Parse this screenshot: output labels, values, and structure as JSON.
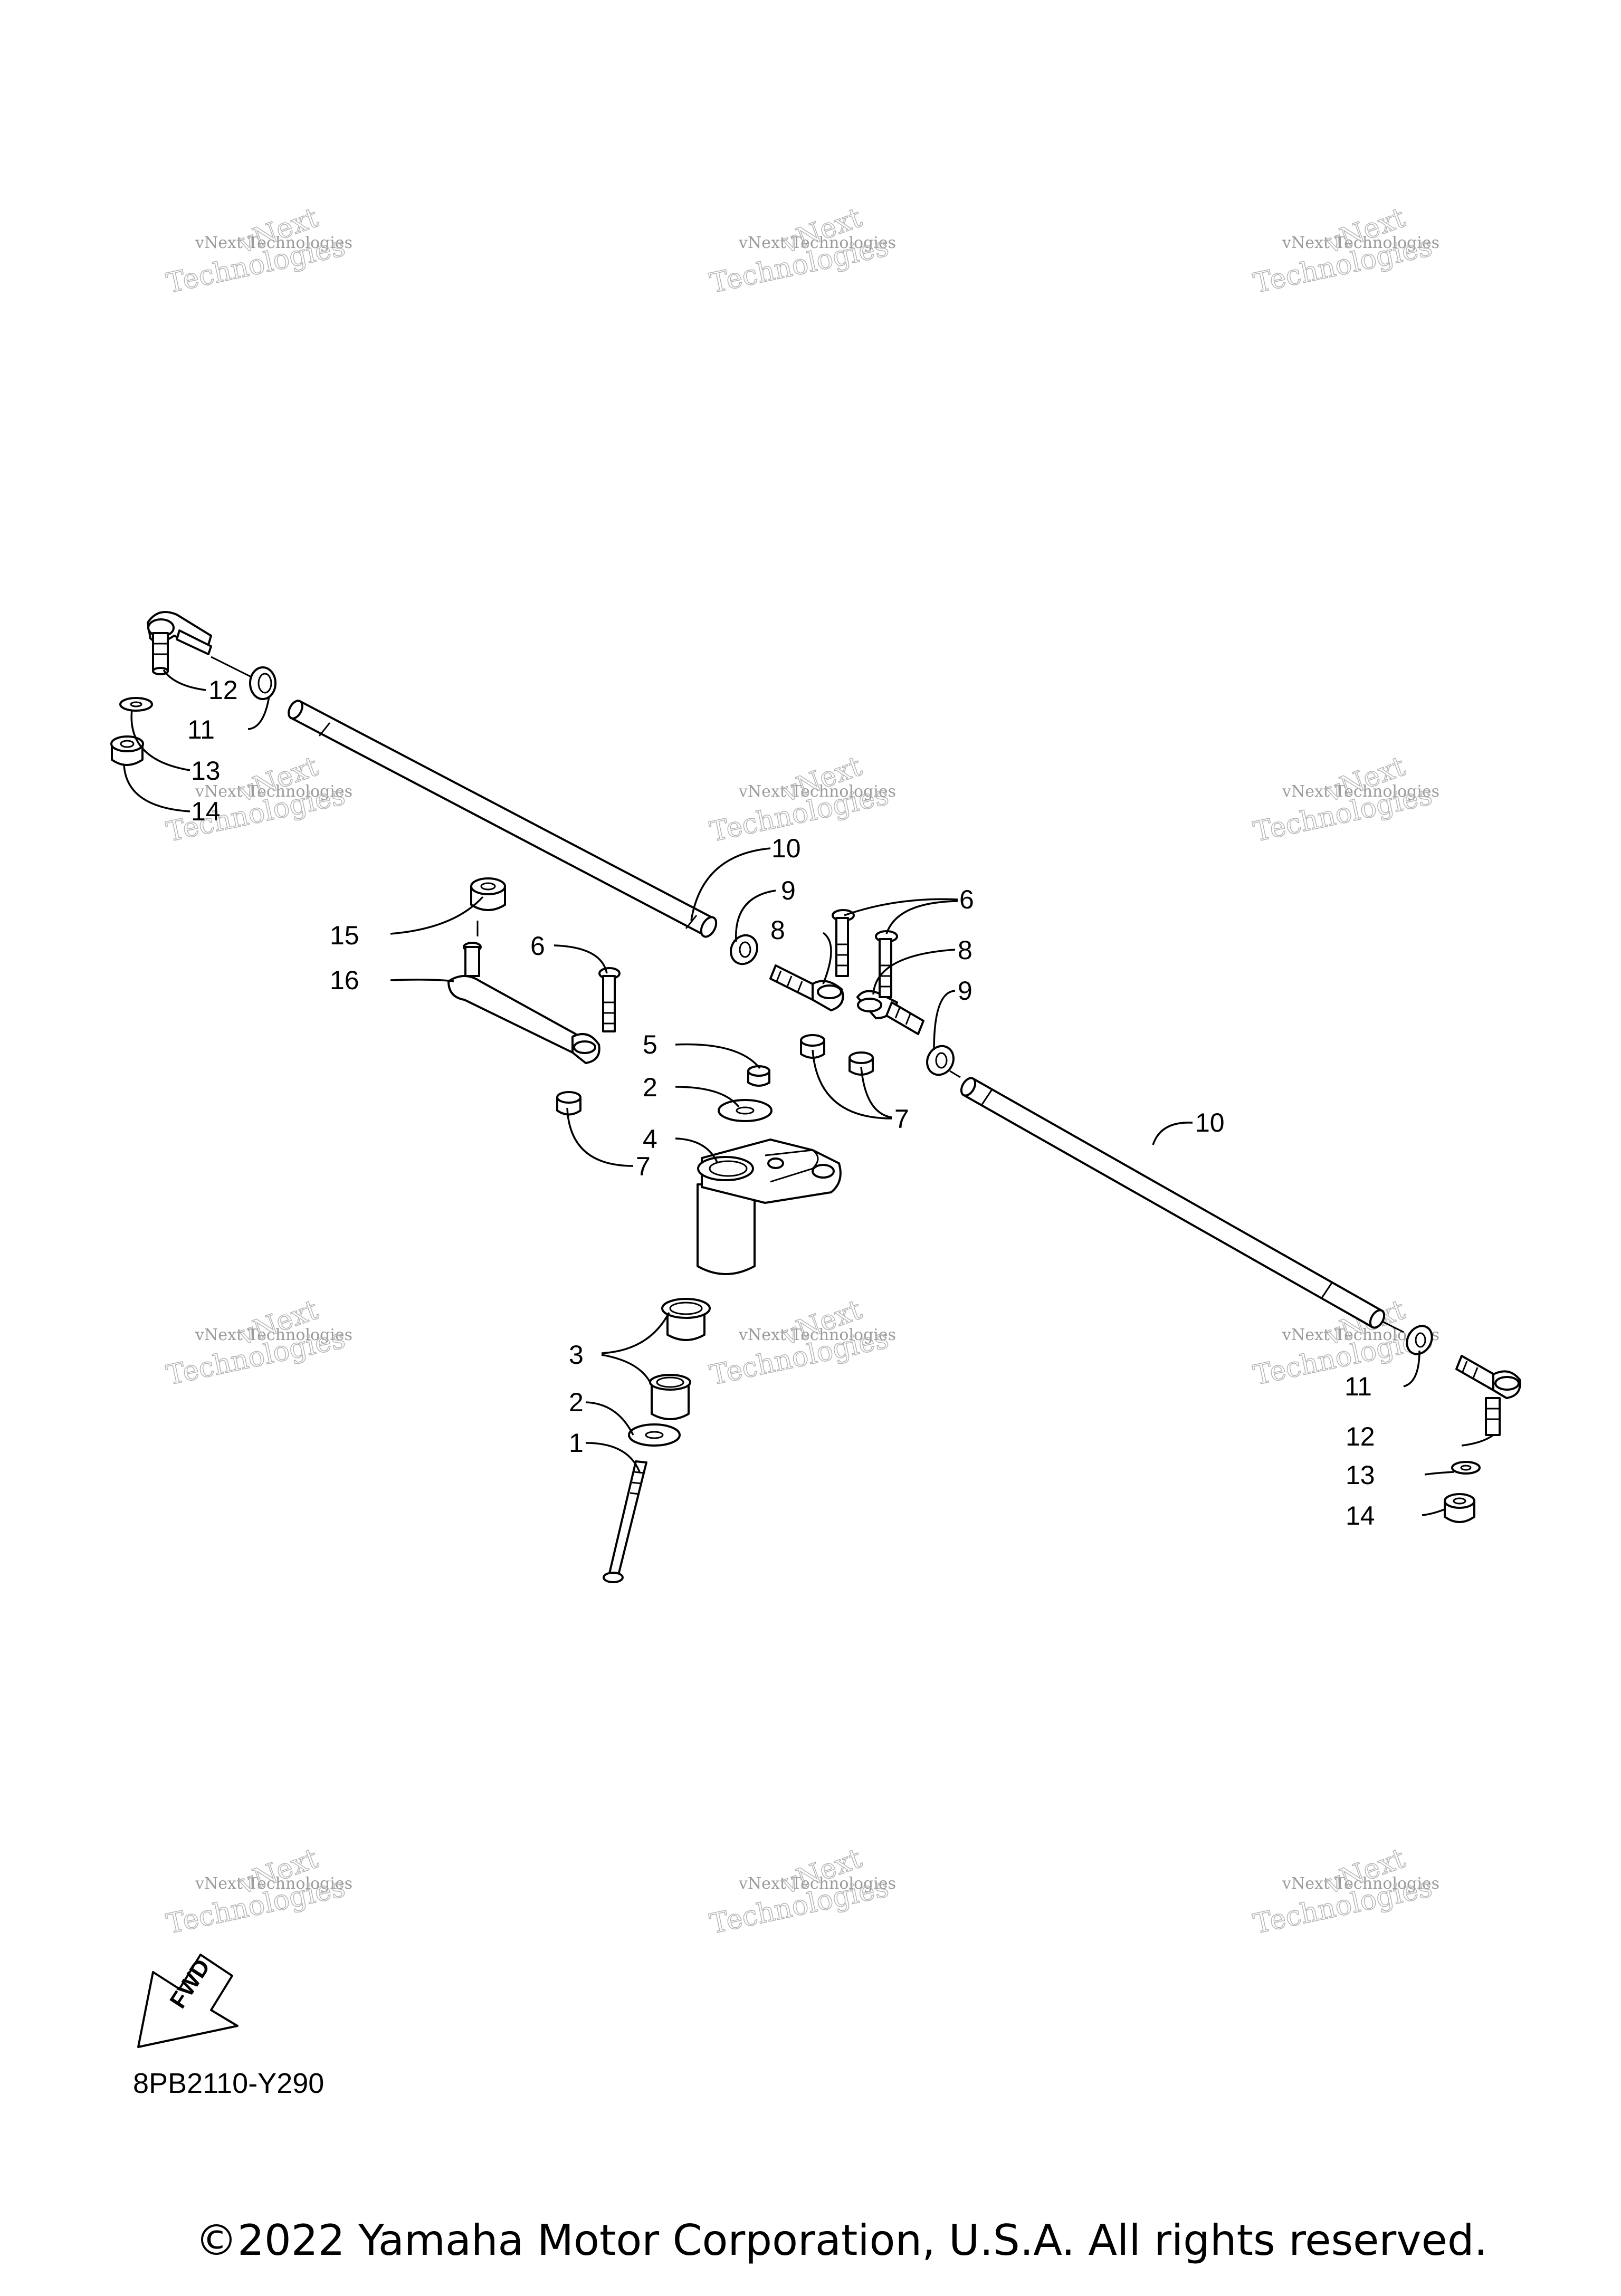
{
  "watermark": {
    "line1": "vNext Technologies",
    "line2": "Technologies",
    "line3": "vNext"
  },
  "callouts": {
    "p1": "1",
    "p2a": "2",
    "p2b": "2",
    "p3": "3",
    "p4": "4",
    "p5": "5",
    "p6a": "6",
    "p6b": "6",
    "p7a": "7",
    "p7b": "7",
    "p8a": "8",
    "p8b": "8",
    "p9a": "9",
    "p9b": "9",
    "p10a": "10",
    "p10b": "10",
    "p11a": "11",
    "p11b": "11",
    "p12a": "12",
    "p12b": "12",
    "p13a": "13",
    "p13b": "13",
    "p14a": "14",
    "p14b": "14",
    "p15": "15",
    "p16": "16"
  },
  "fwd_label": "FWD",
  "diagram_code": "8PB2110-Y290",
  "copyright": "©2022 Yamaha Motor Corporation, U.S.A. All rights reserved."
}
